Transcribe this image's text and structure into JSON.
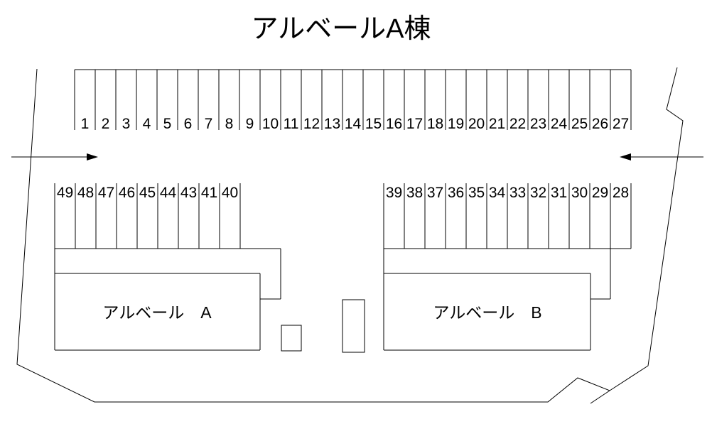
{
  "title": "アルベールA棟",
  "diagram": {
    "top_row": {
      "stalls": [
        "1",
        "2",
        "3",
        "4",
        "5",
        "6",
        "7",
        "8",
        "9",
        "10",
        "11",
        "12",
        "13",
        "14",
        "15",
        "16",
        "17",
        "18",
        "19",
        "20",
        "21",
        "22",
        "23",
        "24",
        "25",
        "26",
        "27"
      ]
    },
    "left_row": {
      "stalls": [
        "49",
        "48",
        "47",
        "46",
        "45",
        "44",
        "43",
        "41",
        "40"
      ]
    },
    "right_row": {
      "stalls": [
        "39",
        "38",
        "37",
        "36",
        "35",
        "34",
        "33",
        "32",
        "31",
        "30",
        "29",
        "28"
      ]
    },
    "building_a": {
      "label": "アルベール　A"
    },
    "building_b": {
      "label": "アルベール　B"
    },
    "arrows": {
      "left": "right-pointing-arrow",
      "right": "left-pointing-arrow"
    }
  },
  "colors": {
    "line": "#000000",
    "background": "#ffffff",
    "text": "#000000"
  }
}
